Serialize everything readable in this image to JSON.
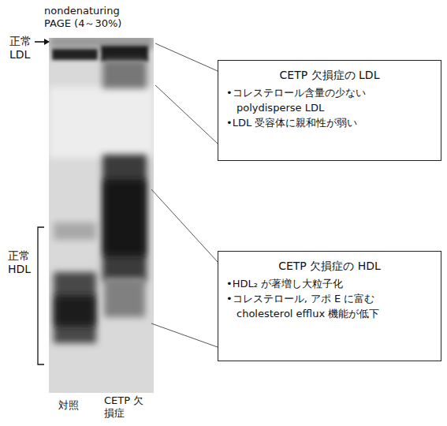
{
  "diagram": {
    "nodes": [
      {
        "text": [
          "CETP 欠損症の LDL",
          "•コレステロール含量の少ない polydisperse LDL",
          "•LDL 受容体に親和性が弱い"
        ]
      },
      {
        "text": [
          "CETP 欠損症の HDL",
          "•HDL₂ が著増し大粒子化",
          "•コレステロール, アポ E に富む cholesterol efflux 機能が低下"
        ]
      }
    ],
    "labels": [
      "nondenaturing PAGE (4～30%)",
      "正常 LDL",
      "正常 HDL",
      "対照",
      "CETP 欠損症"
    ]
  }
}
